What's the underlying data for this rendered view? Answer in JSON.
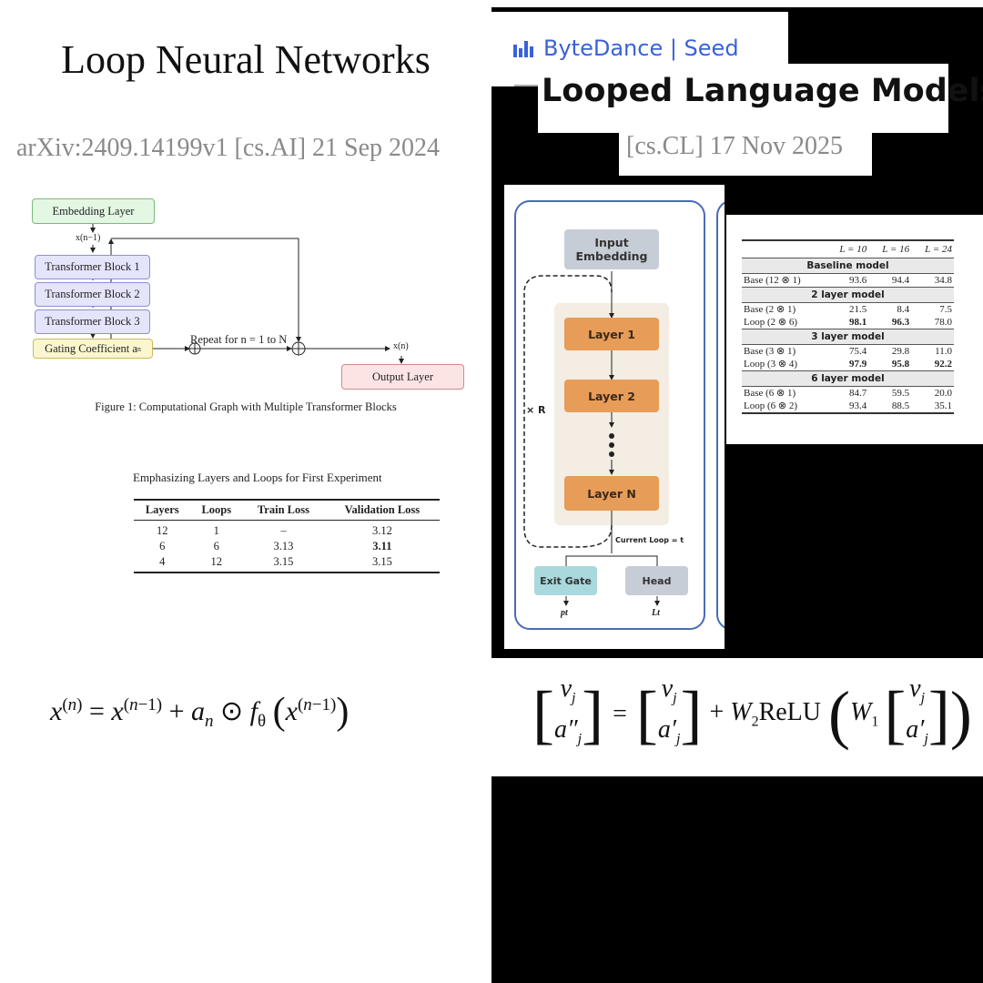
{
  "left_paper": {
    "title": "Loop Neural Networks",
    "arxiv": "arXiv:2409.14199v1  [cs.AI]  21 Sep 2024",
    "figure": {
      "embedding": "Embedding Layer",
      "x_prev": "x(n−1)",
      "blocks": [
        "Transformer Block 1",
        "Transformer Block 2",
        "Transformer Block 3"
      ],
      "gating": "Gating Coefficient a",
      "gating_sub": "n",
      "repeat": "Repeat for n = 1 to N",
      "x_out": "x(n)",
      "output": "Output Layer",
      "caption": "Figure 1: Computational Graph with Multiple Transformer Blocks"
    },
    "table": {
      "caption": "Emphasizing Layers and Loops for First Experiment",
      "headers": [
        "Layers",
        "Loops",
        "Train Loss",
        "Validation Loss"
      ],
      "rows": [
        [
          "12",
          "1",
          "–",
          "3.12"
        ],
        [
          "6",
          "6",
          "3.13",
          "3.11"
        ],
        [
          "4",
          "12",
          "3.15",
          "3.15"
        ]
      ]
    },
    "equation": "x(n) = x(n−1) + an ⊙ fθ (x(n−1))"
  },
  "right_paper": {
    "brand": "ByteDance | Seed",
    "title": "Looped Language Models",
    "arxiv": "[cs.CL]  17 Nov 2025",
    "diagram": {
      "input": "Input\nEmbedding",
      "layers": [
        "Layer 1",
        "Layer 2",
        "Layer N"
      ],
      "repeat": "× R",
      "current_loop": "Current Loop = t",
      "exit_gate": "Exit Gate",
      "head": "Head",
      "exit_out": "pt",
      "head_out": "Lt"
    },
    "table": {
      "headers": [
        "",
        "L = 10",
        "L = 16",
        "L = 24"
      ],
      "groups": [
        {
          "name": "Baseline model",
          "rows": [
            [
              "Base (12 ⊗ 1)",
              "93.6",
              "94.4",
              "34.8"
            ]
          ]
        },
        {
          "name": "2 layer model",
          "rows": [
            [
              "Base (2 ⊗ 1)",
              "21.5",
              "8.4",
              "7.5"
            ],
            [
              "Loop (2 ⊗ 6)",
              "98.1",
              "96.3",
              "78.0"
            ]
          ]
        },
        {
          "name": "3 layer model",
          "rows": [
            [
              "Base (3 ⊗ 1)",
              "75.4",
              "29.8",
              "11.0"
            ],
            [
              "Loop (3 ⊗ 4)",
              "97.9",
              "95.8",
              "92.2"
            ]
          ]
        },
        {
          "name": "6 layer model",
          "rows": [
            [
              "Base (6 ⊗ 1)",
              "84.7",
              "59.5",
              "20.0"
            ],
            [
              "Loop (6 ⊗ 2)",
              "93.4",
              "88.5",
              "35.1"
            ]
          ]
        }
      ]
    },
    "equation": "[vj ; a″j] = [vj ; a′j] + W2ReLU (W1 [vj ; a′j])"
  }
}
